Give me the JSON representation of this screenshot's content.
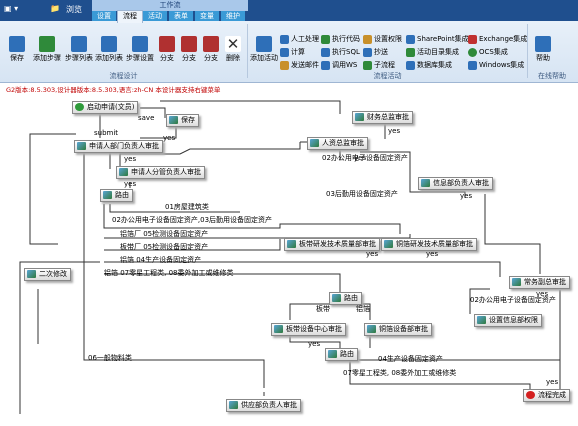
{
  "ribbon": {
    "quick_access": {
      "browse_label": "浏览"
    },
    "context_title": "工作流",
    "tabs": [
      "设置",
      "流程",
      "活动",
      "表单",
      "变量",
      "维护"
    ],
    "active_tab": "流程",
    "large_buttons": [
      {
        "label": "保存",
        "icon": "save-icon",
        "color": "#2e6fb8"
      },
      {
        "label": "添加步骤",
        "icon": "add-step-icon",
        "color": "#2f8a3a"
      },
      {
        "label": "步骤列表",
        "icon": "step-list-icon",
        "color": "#2e6fb8"
      },
      {
        "label": "添加列表",
        "icon": "add-list-icon",
        "color": "#2e6fb8"
      },
      {
        "label": "步骤设置",
        "icon": "step-settings-icon",
        "color": "#2e6fb8"
      },
      {
        "label": "分支",
        "icon": "branch-icon",
        "color": "#b03030"
      },
      {
        "label": "分支",
        "icon": "branch-icon",
        "color": "#b03030"
      },
      {
        "label": "分支",
        "icon": "branch-icon",
        "color": "#b03030"
      },
      {
        "label": "删除",
        "icon": "delete-icon",
        "color": "#333333"
      },
      {
        "label": "添加活动",
        "icon": "add-activity-icon",
        "color": "#2e6fb8"
      },
      {
        "label": "帮助",
        "icon": "help-icon",
        "color": "#2e6fb8"
      }
    ],
    "small_buttons": [
      {
        "label": "人工处理",
        "icon": "person-icon"
      },
      {
        "label": "执行代码",
        "icon": "code-icon"
      },
      {
        "label": "设置权限",
        "icon": "permission-icon"
      },
      {
        "label": "SharePoint集成",
        "icon": "sharepoint-icon"
      },
      {
        "label": "Exchange集成",
        "icon": "exchange-icon"
      },
      {
        "label": "计算",
        "icon": "calc-icon"
      },
      {
        "label": "执行SQL",
        "icon": "sql-icon"
      },
      {
        "label": "抄送",
        "icon": "cc-icon"
      },
      {
        "label": "活动目录集成",
        "icon": "ad-icon"
      },
      {
        "label": "OCS集成",
        "icon": "ocs-icon"
      },
      {
        "label": "发送邮件",
        "icon": "mail-icon"
      },
      {
        "label": "调用WS",
        "icon": "ws-icon"
      },
      {
        "label": "子流程",
        "icon": "subflow-icon"
      },
      {
        "label": "数据库集成",
        "icon": "db-icon"
      },
      {
        "label": "Windows集成",
        "icon": "windows-icon"
      }
    ],
    "groups": {
      "design": "流程设计",
      "activity": "流程活动",
      "online_help": "在线帮助"
    }
  },
  "version_text": "G2版本:8.5.303,设计器版本:8.5.303,语言:zh-CN   本设计器支持右键菜单",
  "nodes": [
    {
      "id": "start",
      "label": "启动申请(文员)",
      "kind": "start"
    },
    {
      "id": "save",
      "label": "保存",
      "kind": "step"
    },
    {
      "id": "finance",
      "label": "财务总监审批",
      "kind": "step"
    },
    {
      "id": "dept",
      "label": "申请人部门负责人审批",
      "kind": "step"
    },
    {
      "id": "hr",
      "label": "人资总监审批",
      "kind": "step"
    },
    {
      "id": "branch_mgr",
      "label": "申请人分管负责人审批",
      "kind": "step"
    },
    {
      "id": "info_center",
      "label": "信息部负责人审批",
      "kind": "step"
    },
    {
      "id": "router1",
      "label": "路由",
      "kind": "step"
    },
    {
      "id": "second_edit",
      "label": "二次修改",
      "kind": "step"
    },
    {
      "id": "board_rd",
      "label": "板带研发技术质量部审批",
      "kind": "step"
    },
    {
      "id": "copper_rd",
      "label": "铜箔研发技术质量部审批",
      "kind": "step"
    },
    {
      "id": "deputy_gm",
      "label": "常务副总审批",
      "kind": "step"
    },
    {
      "id": "router2",
      "label": "路由",
      "kind": "step"
    },
    {
      "id": "info_archive",
      "label": "设置信息部权限",
      "kind": "step"
    },
    {
      "id": "board_eq",
      "label": "板带设备中心审批",
      "kind": "step"
    },
    {
      "id": "copper_eq",
      "label": "铜箔设备部审批",
      "kind": "step"
    },
    {
      "id": "router3",
      "label": "路由",
      "kind": "step"
    },
    {
      "id": "end",
      "label": "流程完成",
      "kind": "end"
    },
    {
      "id": "supply",
      "label": "供应部负责人审批",
      "kind": "step"
    }
  ],
  "edge_labels": [
    "save",
    "yes",
    "submit",
    "yes",
    "yes",
    "yes",
    "01房屋建筑类",
    "02办公用电子设备固定资产,03后勤用设备固定资产",
    "铝箔厂 05检测设备固定资产",
    "板带厂 05检测设备固定资产",
    "铝箔 04生产设备固定资产",
    "铝箔 07零星工程类, 08委外加工或维修类",
    "yes",
    "yes",
    "02办公用电子设备固定资产",
    "03后勤用设备固定资产",
    "yes",
    "yes",
    "板带",
    "铝箔",
    "yes",
    "04生产设备固定资产",
    "07零星工程类, 08委外加工或维修类",
    "02办公用电子设备固定资产",
    "yes",
    "06一般物料类",
    "yes"
  ]
}
